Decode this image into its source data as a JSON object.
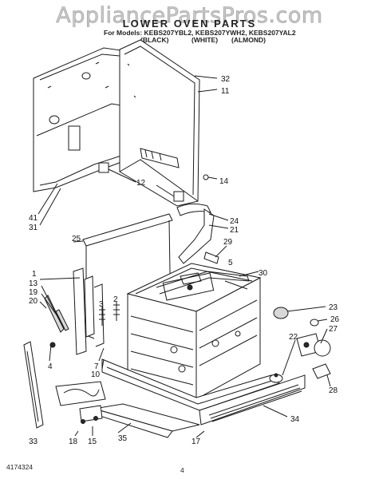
{
  "watermark": "AppliancePartsPros.com",
  "header": {
    "title": "LOWER OVEN PARTS",
    "models_line": "For Models: KEBS207YBL2, KEBS207YWH2, KEBS207YAL2",
    "colors": [
      "(BLACK)",
      "(WHITE)",
      "(ALMOND)"
    ]
  },
  "callouts": [
    "32",
    "11",
    "12",
    "14",
    "41",
    "31",
    "24",
    "21",
    "25",
    "29",
    "5",
    "30",
    "1",
    "13",
    "19",
    "20",
    "3",
    "2",
    "4",
    "7",
    "10",
    "23",
    "26",
    "27",
    "22",
    "28",
    "33",
    "18",
    "15",
    "35",
    "17",
    "34"
  ],
  "footer": {
    "doc_number": "4174324",
    "page_number": "4"
  }
}
